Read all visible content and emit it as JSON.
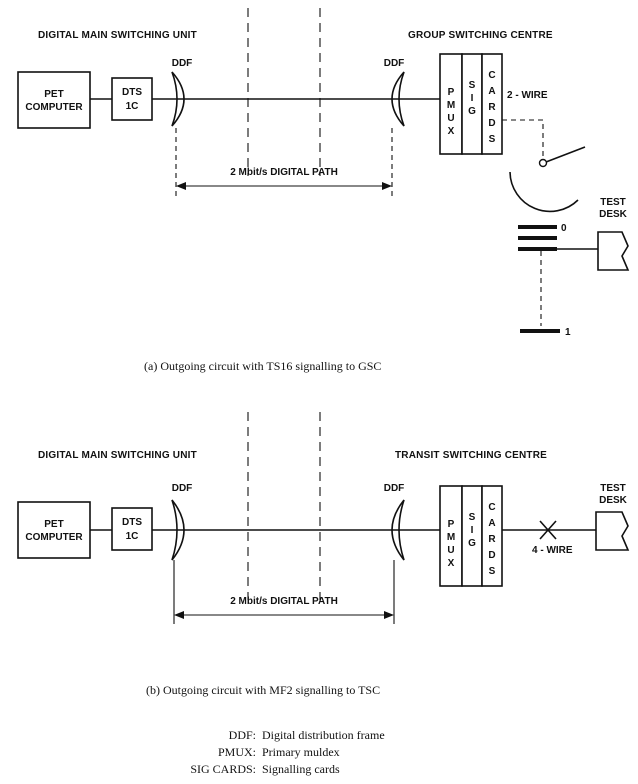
{
  "diagram_a": {
    "left_site": "DIGITAL MAIN SWITCHING UNIT",
    "right_site": "GROUP SWITCHING CENTRE",
    "ddf_left": "DDF",
    "ddf_right": "DDF",
    "pet_line1": "PET",
    "pet_line2": "COMPUTER",
    "dts_line1": "DTS",
    "dts_line2": "1C",
    "path_label": "2 Mbit/s DIGITAL PATH",
    "pmux_letters": [
      "P",
      "M",
      "U",
      "X"
    ],
    "sig_letters": [
      "S",
      "I",
      "G"
    ],
    "cards_letters": [
      "C",
      "A",
      "R",
      "D",
      "S"
    ],
    "wire_label": "2 - WIRE",
    "test_desk_line1": "TEST",
    "test_desk_line2": "DESK",
    "switch_pos_0": "0",
    "switch_pos_1": "1",
    "caption": "(a)  Outgoing circuit with TS16 signalling to GSC"
  },
  "diagram_b": {
    "left_site": "DIGITAL MAIN SWITCHING UNIT",
    "right_site": "TRANSIT SWITCHING CENTRE",
    "ddf_left": "DDF",
    "ddf_right": "DDF",
    "pet_line1": "PET",
    "pet_line2": "COMPUTER",
    "dts_line1": "DTS",
    "dts_line2": "1C",
    "path_label": "2 Mbit/s DIGITAL PATH",
    "pmux_letters": [
      "P",
      "M",
      "U",
      "X"
    ],
    "sig_letters": [
      "S",
      "I",
      "G"
    ],
    "cards_letters": [
      "C",
      "A",
      "R",
      "D",
      "S"
    ],
    "wire_label": "4 - WIRE",
    "test_desk_line1": "TEST",
    "test_desk_line2": "DESK",
    "caption": "(b)  Outgoing circuit with MF2 signalling to TSC"
  },
  "legend": [
    {
      "term": "DDF:",
      "definition": "Digital distribution frame"
    },
    {
      "term": "PMUX:",
      "definition": "Primary muldex"
    },
    {
      "term": "SIG CARDS:",
      "definition": "Signalling cards"
    }
  ]
}
